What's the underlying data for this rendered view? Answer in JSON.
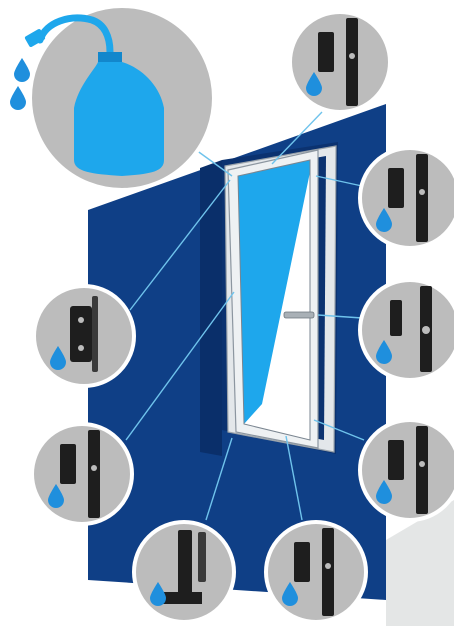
{
  "diagram": {
    "subject": "window-hardware-lubrication",
    "colors": {
      "wall": "#0f3f86",
      "wall_edge": "#0a2f6a",
      "circle_fill": "#bcbcbc",
      "circle_stroke": "#ffffff",
      "leader": "#6fc3ec",
      "droplet": "#1f8fdd",
      "oil_can": "#1ea7ec",
      "glass_blue": "#1ea7ec",
      "glass_white": "#ffffff",
      "frame": "#e3e7ea",
      "hardware_dark": "#1e1e1e",
      "floor": "#e4e6e6"
    },
    "callouts": [
      {
        "id": "top-hinge",
        "icon": "hinge-stay-icon"
      },
      {
        "id": "upper-right-lock",
        "icon": "espagnolette-keeper-icon"
      },
      {
        "id": "handle-gear",
        "icon": "handle-gearbox-icon"
      },
      {
        "id": "lower-right-lock",
        "icon": "espagnolette-keeper-icon"
      },
      {
        "id": "bottom-keeper",
        "icon": "lock-keeper-icon"
      },
      {
        "id": "bottom-corner-hinge",
        "icon": "corner-hinge-icon"
      },
      {
        "id": "left-lower-lock",
        "icon": "lock-keeper-icon"
      },
      {
        "id": "left-hinge",
        "icon": "side-hinge-icon"
      }
    ],
    "oil_can": {
      "icon": "oil-can-icon",
      "droplets": 2
    }
  }
}
